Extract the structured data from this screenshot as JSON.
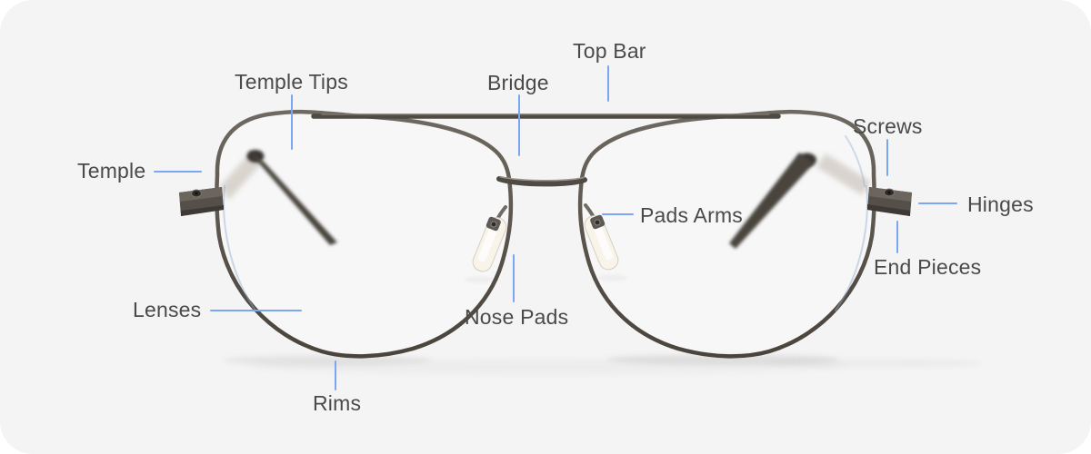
{
  "canvas": {
    "background": "#ffffff",
    "panel_background": "#f4f4f5"
  },
  "colors": {
    "label_text": "#4a4a4a",
    "leader_line": "#7aa6f4",
    "frame_metal_dark": "#4a443d",
    "frame_metal_light": "#6e6961",
    "nose_pad_fill": "#f8f4ea"
  },
  "illustration": {
    "name": "aviator-eyeglasses-front-view"
  },
  "parts": {
    "top_bar": {
      "label": "Top Bar"
    },
    "bridge": {
      "label": "Bridge"
    },
    "temple_tips": {
      "label": "Temple Tips"
    },
    "screws": {
      "label": "Screws"
    },
    "temple": {
      "label": "Temple"
    },
    "hinges": {
      "label": "Hinges"
    },
    "pads_arms": {
      "label": "Pads Arms"
    },
    "end_pieces": {
      "label": "End Pieces"
    },
    "nose_pads": {
      "label": "Nose Pads"
    },
    "lenses": {
      "label": "Lenses"
    },
    "rims": {
      "label": "Rims"
    }
  }
}
